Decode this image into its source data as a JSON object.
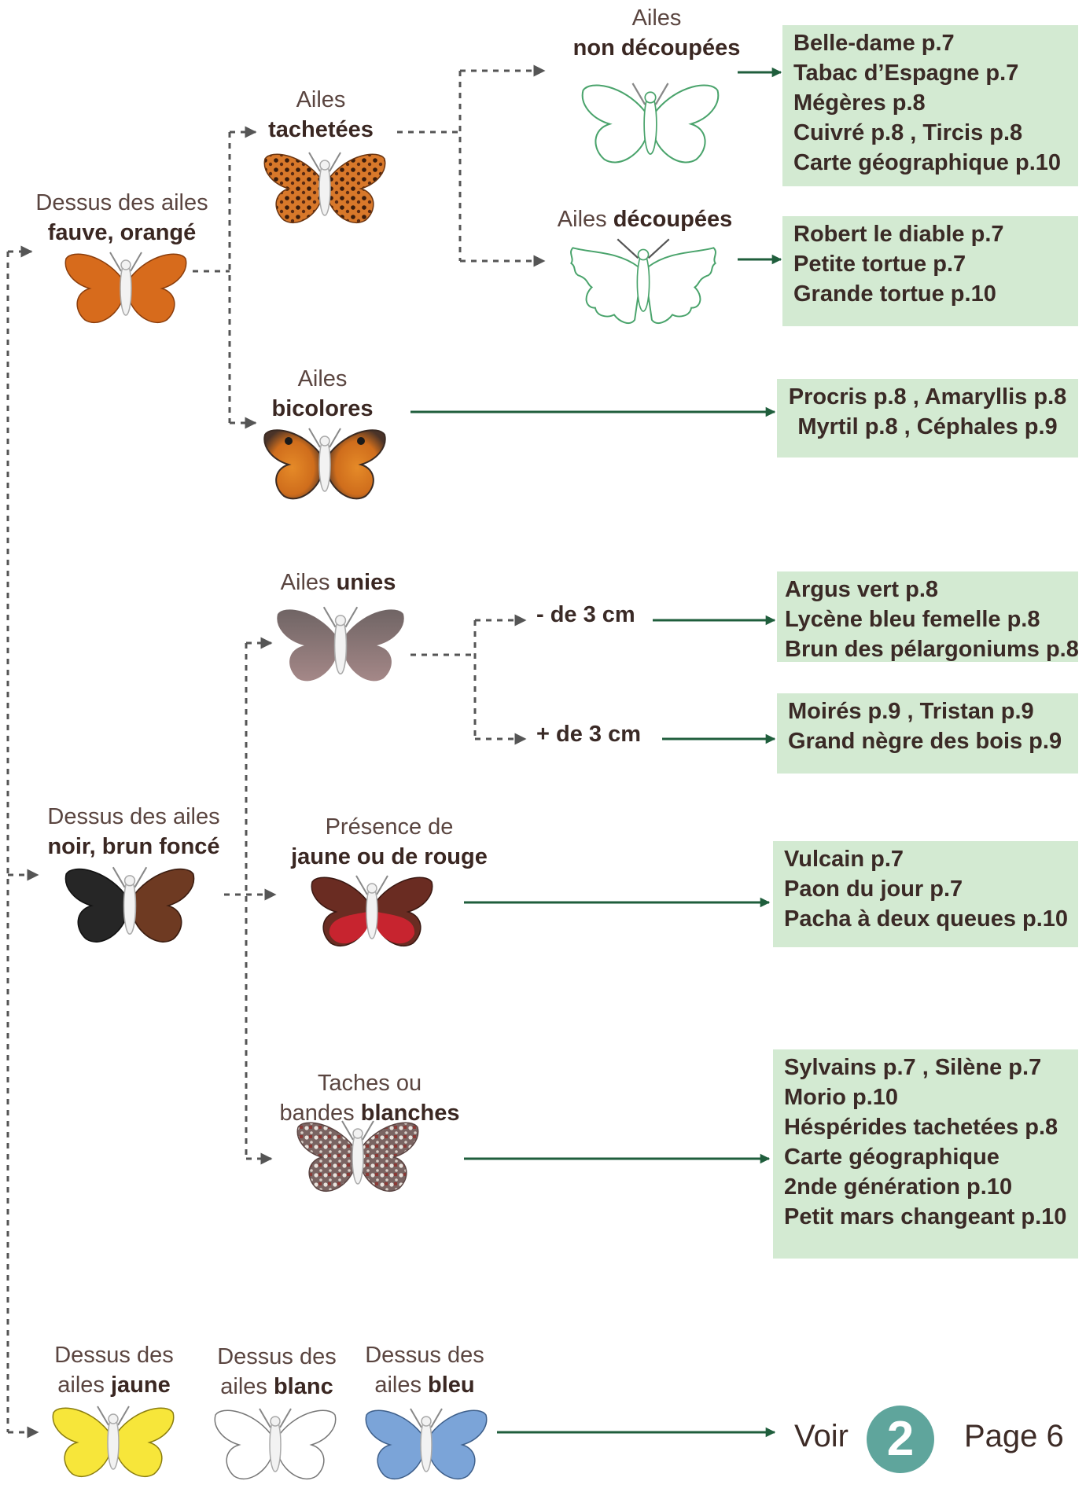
{
  "nodes": {
    "orange": {
      "line1": "Dessus des ailes",
      "line2": "fauve, orangé"
    },
    "spotted": {
      "line1": "Ailes",
      "line2": "tachetées"
    },
    "non_cut": {
      "line1": "Ailes",
      "line2": "non découpées"
    },
    "cut": {
      "prefix": "Ailes ",
      "bold": "découpées"
    },
    "bicolor": {
      "line1": "Ailes",
      "line2": "bicolores"
    },
    "plain": {
      "prefix": "Ailes ",
      "bold": "unies"
    },
    "dark": {
      "line1": "Dessus des ailes",
      "line2": "noir, brun foncé"
    },
    "yellow_red": {
      "line1": "Présence de",
      "line2": "jaune ou de rouge"
    },
    "white_spots": {
      "line1": "Taches ou",
      "prefix": "bandes ",
      "bold": "blanches"
    },
    "yellow": {
      "line1": "Dessus des",
      "prefix": "ailes ",
      "bold": "jaune"
    },
    "white": {
      "line1": "Dessus des",
      "prefix": "ailes ",
      "bold": "blanc"
    },
    "blue": {
      "line1": "Dessus des",
      "prefix": "ailes ",
      "bold": "bleu"
    }
  },
  "sizes": {
    "small": "- de 3 cm",
    "large": "+ de 3 cm"
  },
  "results": {
    "non_cut": [
      "Belle-dame p.7",
      "Tabac d’Espagne p.7",
      "Mégères p.8",
      "Cuivré p.8 , Tircis p.8",
      "Carte géographique p.10"
    ],
    "cut": [
      "Robert le diable p.7",
      "Petite tortue p.7",
      "Grande tortue p.10"
    ],
    "bicolor": [
      "Procris p.8 ,  Amaryllis p.8",
      "Myrtil p.8 , Céphales p.9"
    ],
    "small": [
      "Argus vert p.8",
      "Lycène bleu femelle p.8",
      "Brun des pélargoniums p.8"
    ],
    "large": [
      "Moirés p.9 , Tristan p.9",
      "Grand nègre des bois p.9"
    ],
    "yellow_red": [
      "Vulcain p.7",
      "Paon du jour p.7",
      "Pacha à deux queues p.10"
    ],
    "white_spots": [
      "Sylvains p.7 , Silène p.7",
      "Morio p.10",
      "Héspérides tachetées p.8",
      "Carte géographique",
      "2nde génération p.10",
      "Petit mars changeant p.10"
    ]
  },
  "footer": {
    "see": "Voir",
    "number": "2",
    "page": "Page 6"
  },
  "colors": {
    "box_bg": "#d3ead2",
    "arrow_green": "#1f5e3c",
    "dashed": "#555555",
    "badge": "#5fa59c",
    "orange": "#d76b1c",
    "dark_left": "#262626",
    "dark_right": "#6e3a22",
    "yellow": "#f7e63a",
    "blue": "#7ba4d8",
    "red": "#c7242f",
    "outline_green": "#49a36b"
  }
}
